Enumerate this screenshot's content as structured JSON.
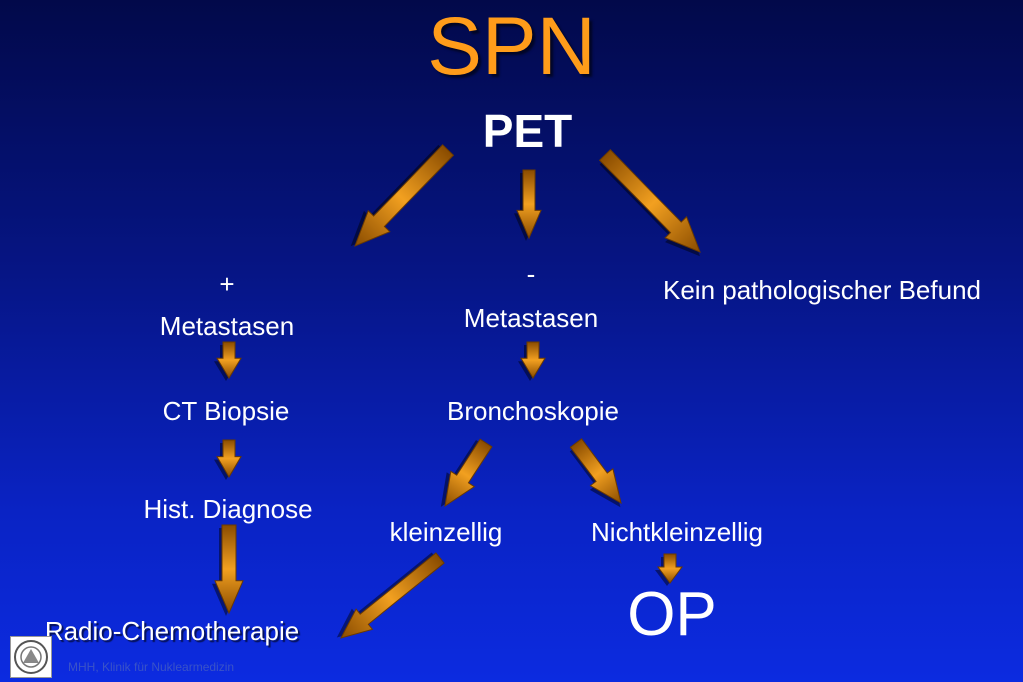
{
  "title": "SPN",
  "subtitle": "PET",
  "nodes": {
    "plus_sign": "+",
    "plus_label": "Metastasen",
    "minus_sign": "-",
    "minus_label": "Metastasen",
    "no_finding": "Kein pathologischer Befund",
    "ct_biopsy": "CT Biopsie",
    "bronchoscopy": "Bronchoskopie",
    "hist_diagnosis": "Hist. Diagnose",
    "small_cell": "kleinzellig",
    "non_small_cell": "Nichtkleinzellig",
    "radio_chemo": "Radio-Chemotherapie",
    "op": "OP"
  },
  "footer": {
    "text": "MHH, Klinik für Nuklearmedizin"
  },
  "colors": {
    "title": "#ff9c1a",
    "arrow": "#d9890f",
    "background_top": "#02094a",
    "background_bottom": "#0c2be0",
    "text": "#ffffff"
  },
  "icons": {
    "logo": "institution-logo-icon"
  }
}
